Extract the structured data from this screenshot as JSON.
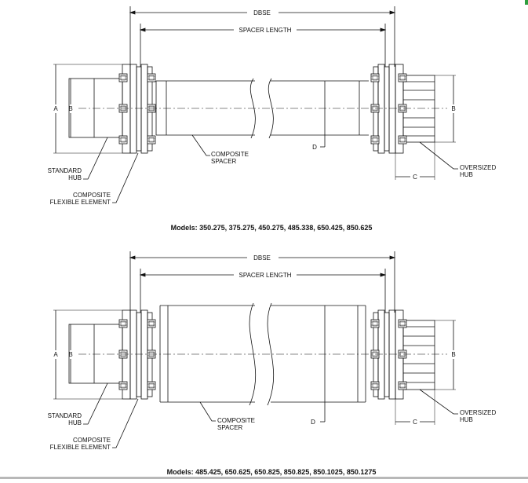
{
  "diagrams": [
    {
      "dims": {
        "dbse": "DBSE",
        "spacer_length": "SPACER LENGTH",
        "a": "A",
        "b_left": "B",
        "b_right": "B",
        "c": "C",
        "d": "D"
      },
      "callouts": {
        "spacer_l1": "COMPOSITE",
        "spacer_l2": "SPACER",
        "std_l1": "STANDARD",
        "std_l2": "HUB",
        "flex_l1": "COMPOSITE",
        "flex_l2": "FLEXIBLE ELEMENT",
        "over_l1": "OVERSIZED",
        "over_l2": "HUB"
      },
      "models": "Models: 350.275, 375.275, 450.275, 485.338, 650.425, 850.625"
    },
    {
      "dims": {
        "dbse": "DBSE",
        "spacer_length": "SPACER LENGTH",
        "a": "A",
        "b_left": "B",
        "b_right": "B",
        "c": "C",
        "d": "D"
      },
      "callouts": {
        "spacer_l1": "COMPOSITE",
        "spacer_l2": "SPACER",
        "std_l1": "STANDARD",
        "std_l2": "HUB",
        "flex_l1": "COMPOSITE",
        "flex_l2": "FLEXIBLE ELEMENT",
        "over_l1": "OVERSIZED",
        "over_l2": "HUB"
      },
      "models": "Models: 485.425, 650.625, 650.825, 850.825, 850.1025, 850.1275"
    }
  ],
  "colors": {
    "line": "#111111",
    "frame_accent": "#2e9e3e"
  }
}
